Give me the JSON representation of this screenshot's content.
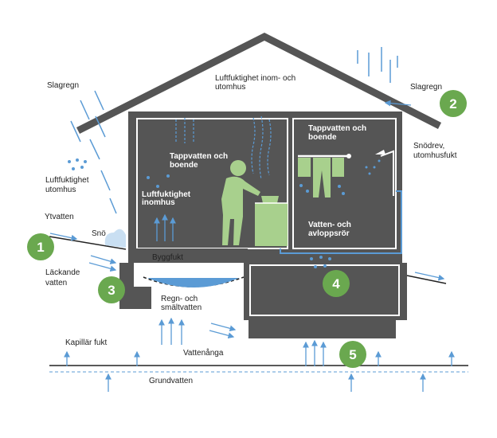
{
  "diagram": {
    "colors": {
      "house": "#555555",
      "roof": "#555555",
      "interior_line": "#ffffff",
      "water": "#5b9bd5",
      "badge": "#6aa84f",
      "green_fill": "#a8d08d",
      "ground_line": "#222222",
      "snow": "#c9dff2"
    },
    "badges": [
      "1",
      "2",
      "3",
      "4",
      "5"
    ],
    "labels": {
      "slagregn_left": "Slagregn",
      "slagregn_right": "Slagregn",
      "luftfuktighet_roof": [
        "Luftfuktighet inom- och",
        "utomhus"
      ],
      "snodrev": [
        "Snödrev,",
        "utomhusfukt"
      ],
      "luftfuktighet_utomhus": [
        "Luftfuktighet",
        "utomhus"
      ],
      "ytvatten": "Ytvatten",
      "sno": "Snö",
      "lackande": [
        "Läckande",
        "vatten"
      ],
      "tappvatten_left": [
        "Tappvatten och",
        "boende"
      ],
      "luftfuktighet_inomhus": [
        "Luftfuktighet",
        "inomhus"
      ],
      "tappvatten_right": [
        "Tappvatten och",
        "boende"
      ],
      "vatten_avlopp": [
        "Vatten- och",
        "avloppsrör"
      ],
      "byggfukt": "Byggfukt",
      "regn_smaltvatten": [
        "Regn- och",
        "smältvatten"
      ],
      "vattenanga": "Vattenånga",
      "kapillar": "Kapillär fukt",
      "grundvatten": "Grundvatten"
    }
  }
}
